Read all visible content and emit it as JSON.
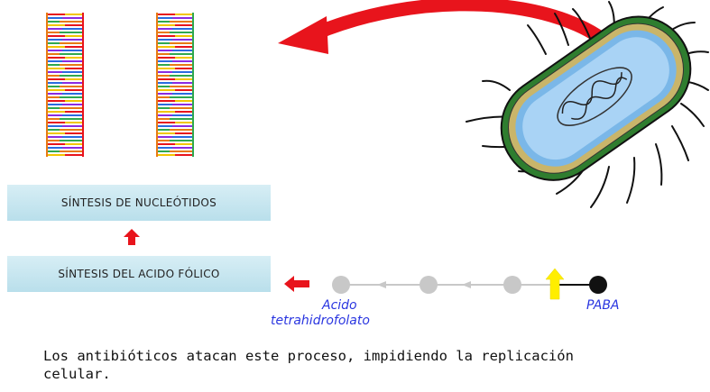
{
  "boxes": {
    "nucleotides": "SÍNTESIS DE NUCLEÓTIDOS",
    "folic_acid": "SÍNTESIS DEL ACIDO FÓLICO"
  },
  "pathway": {
    "product_label_line1": "Acido",
    "product_label_line2": "tetrahidrofolato",
    "substrate_label": "PABA"
  },
  "caption": "Los antibióticos atacan este proceso, impidiendo la replicación celular.",
  "colors": {
    "arrow_red": "#e8141c",
    "label_blue": "#2a36e0",
    "inhibitor_yellow": "#ffee00",
    "pathway_gray": "#c8c8c8",
    "box_fill": "#c9e7f0"
  },
  "icons": [
    "dna-strand-icon",
    "bacterium-icon",
    "red-arrow-icon",
    "inhibitor-arrow-icon"
  ]
}
